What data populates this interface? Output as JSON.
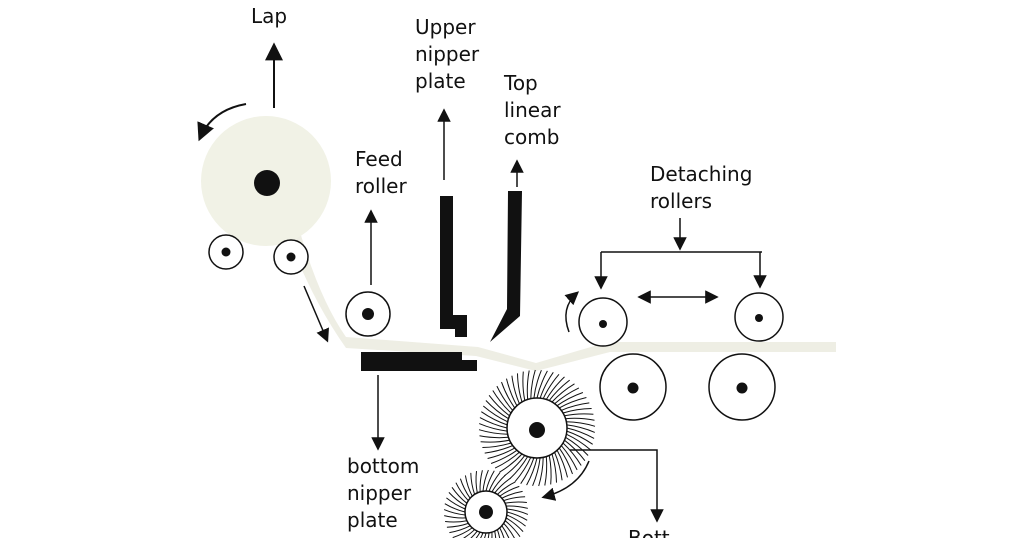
{
  "labels": {
    "lap": "Lap",
    "upper_nipper_plate": "Upper\nnipper\nplate",
    "top_linear_comb": "Top\nlinear\ncomb",
    "feed_roller": "Feed\nroller",
    "detaching_rollers": "Detaching\nrollers",
    "bottom_nipper_plate": "bottom\nnipper\nplate",
    "cut_off_label": "Bott"
  },
  "colors": {
    "lap_fill": "#f1f2e6",
    "web_fill": "#eeeee4",
    "ink": "#111111"
  },
  "icons": {
    "circular_comb": "circular-comb-icon",
    "rotation_arrow": "curved-arrow-icon"
  }
}
